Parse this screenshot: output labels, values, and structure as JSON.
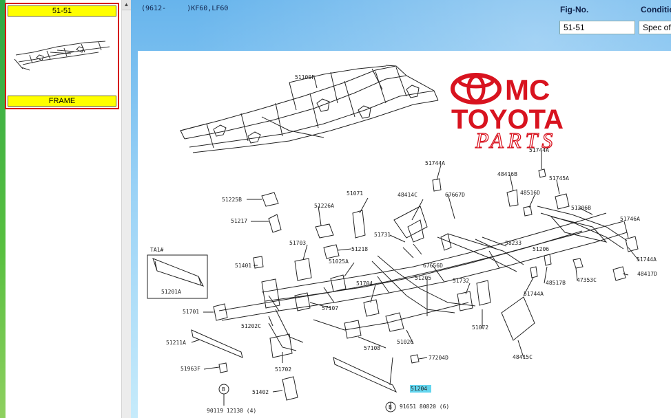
{
  "sidebar": {
    "thumbnail": {
      "code": "51-51",
      "name": "FRAME"
    },
    "scroll_up_glyph": "▲"
  },
  "header": {
    "model_code": "(9612-     )KF60,LF60",
    "fig_label": "Fig-No.",
    "fig_value": "51-51",
    "condition_label": "Condition",
    "condition_value": "Spec of"
  },
  "logo": {
    "line1": "MC",
    "line2": "TOYOTA",
    "line3": "PARTS"
  },
  "diagram": {
    "inset_title": "TA1#",
    "highlighted_part": "51204",
    "labels": [
      {
        "id": "51100F",
        "text": "51100F"
      },
      {
        "id": "51744A-top",
        "text": "51744A"
      },
      {
        "id": "51744A-mid",
        "text": "51744A"
      },
      {
        "id": "48416B",
        "text": "48416B"
      },
      {
        "id": "48516D",
        "text": "48516D"
      },
      {
        "id": "51745A",
        "text": "51745A"
      },
      {
        "id": "51071",
        "text": "51071"
      },
      {
        "id": "48414C",
        "text": "48414C"
      },
      {
        "id": "67667D",
        "text": "67667D"
      },
      {
        "id": "51225B",
        "text": "51225B"
      },
      {
        "id": "51226A",
        "text": "51226A"
      },
      {
        "id": "51206B",
        "text": "51206B"
      },
      {
        "id": "51217",
        "text": "51217"
      },
      {
        "id": "51746A",
        "text": "51746A"
      },
      {
        "id": "51731",
        "text": "51731"
      },
      {
        "id": "58233",
        "text": "58233"
      },
      {
        "id": "51206",
        "text": "51206"
      },
      {
        "id": "51703",
        "text": "51703"
      },
      {
        "id": "51218",
        "text": "51218"
      },
      {
        "id": "51401",
        "text": "51401"
      },
      {
        "id": "51025A",
        "text": "51025A"
      },
      {
        "id": "67656D",
        "text": "67656D"
      },
      {
        "id": "51744A-r",
        "text": "51744A"
      },
      {
        "id": "48517B",
        "text": "48517B"
      },
      {
        "id": "47353C",
        "text": "47353C"
      },
      {
        "id": "48417D",
        "text": "48417D"
      },
      {
        "id": "51201A",
        "text": "51201A"
      },
      {
        "id": "51205",
        "text": "51205"
      },
      {
        "id": "51704",
        "text": "51704"
      },
      {
        "id": "51732",
        "text": "51732"
      },
      {
        "id": "51744A-low",
        "text": "51744A"
      },
      {
        "id": "57107",
        "text": "57107"
      },
      {
        "id": "51701",
        "text": "51701"
      },
      {
        "id": "51072",
        "text": "51072"
      },
      {
        "id": "51202C",
        "text": "51202C"
      },
      {
        "id": "51026",
        "text": "51026"
      },
      {
        "id": "51211A",
        "text": "51211A"
      },
      {
        "id": "57108",
        "text": "57108"
      },
      {
        "id": "48415C",
        "text": "48415C"
      },
      {
        "id": "77204D",
        "text": "77204D"
      },
      {
        "id": "51702",
        "text": "51702"
      },
      {
        "id": "51963F",
        "text": "51963F"
      },
      {
        "id": "51204",
        "text": "51204"
      },
      {
        "id": "51402",
        "text": "51402"
      },
      {
        "id": "bolt-left",
        "text": "90119 12138 (4)"
      },
      {
        "id": "bolt-right",
        "text": "91651 80820 (6)"
      },
      {
        "id": "circle-b-left",
        "text": "B"
      },
      {
        "id": "circle-b-right",
        "text": "B"
      }
    ]
  }
}
